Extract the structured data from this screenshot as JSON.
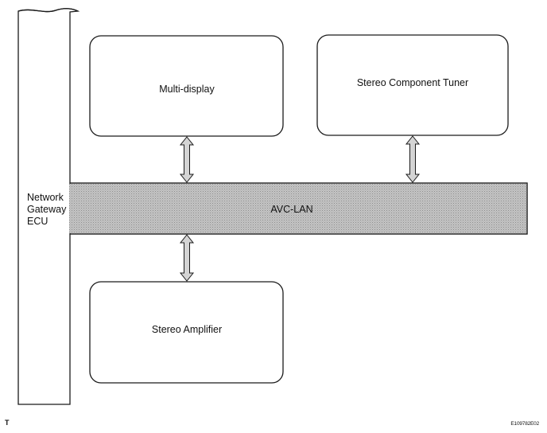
{
  "diagram": {
    "gateway": {
      "lines": [
        "Network",
        "Gateway",
        "ECU"
      ]
    },
    "bus": {
      "label": "AVC-LAN"
    },
    "nodes": {
      "multi_display": "Multi-display",
      "tuner": "Stereo Component Tuner",
      "amplifier": "Stereo Amplifier"
    },
    "connections": [
      {
        "from": "Multi-display",
        "to": "AVC-LAN",
        "direction": "bidirectional"
      },
      {
        "from": "Stereo Component Tuner",
        "to": "AVC-LAN",
        "direction": "bidirectional"
      },
      {
        "from": "Stereo Amplifier",
        "to": "AVC-LAN",
        "direction": "bidirectional"
      }
    ]
  },
  "footer": {
    "left_mark": "T",
    "figure_code": "E109782E02"
  }
}
